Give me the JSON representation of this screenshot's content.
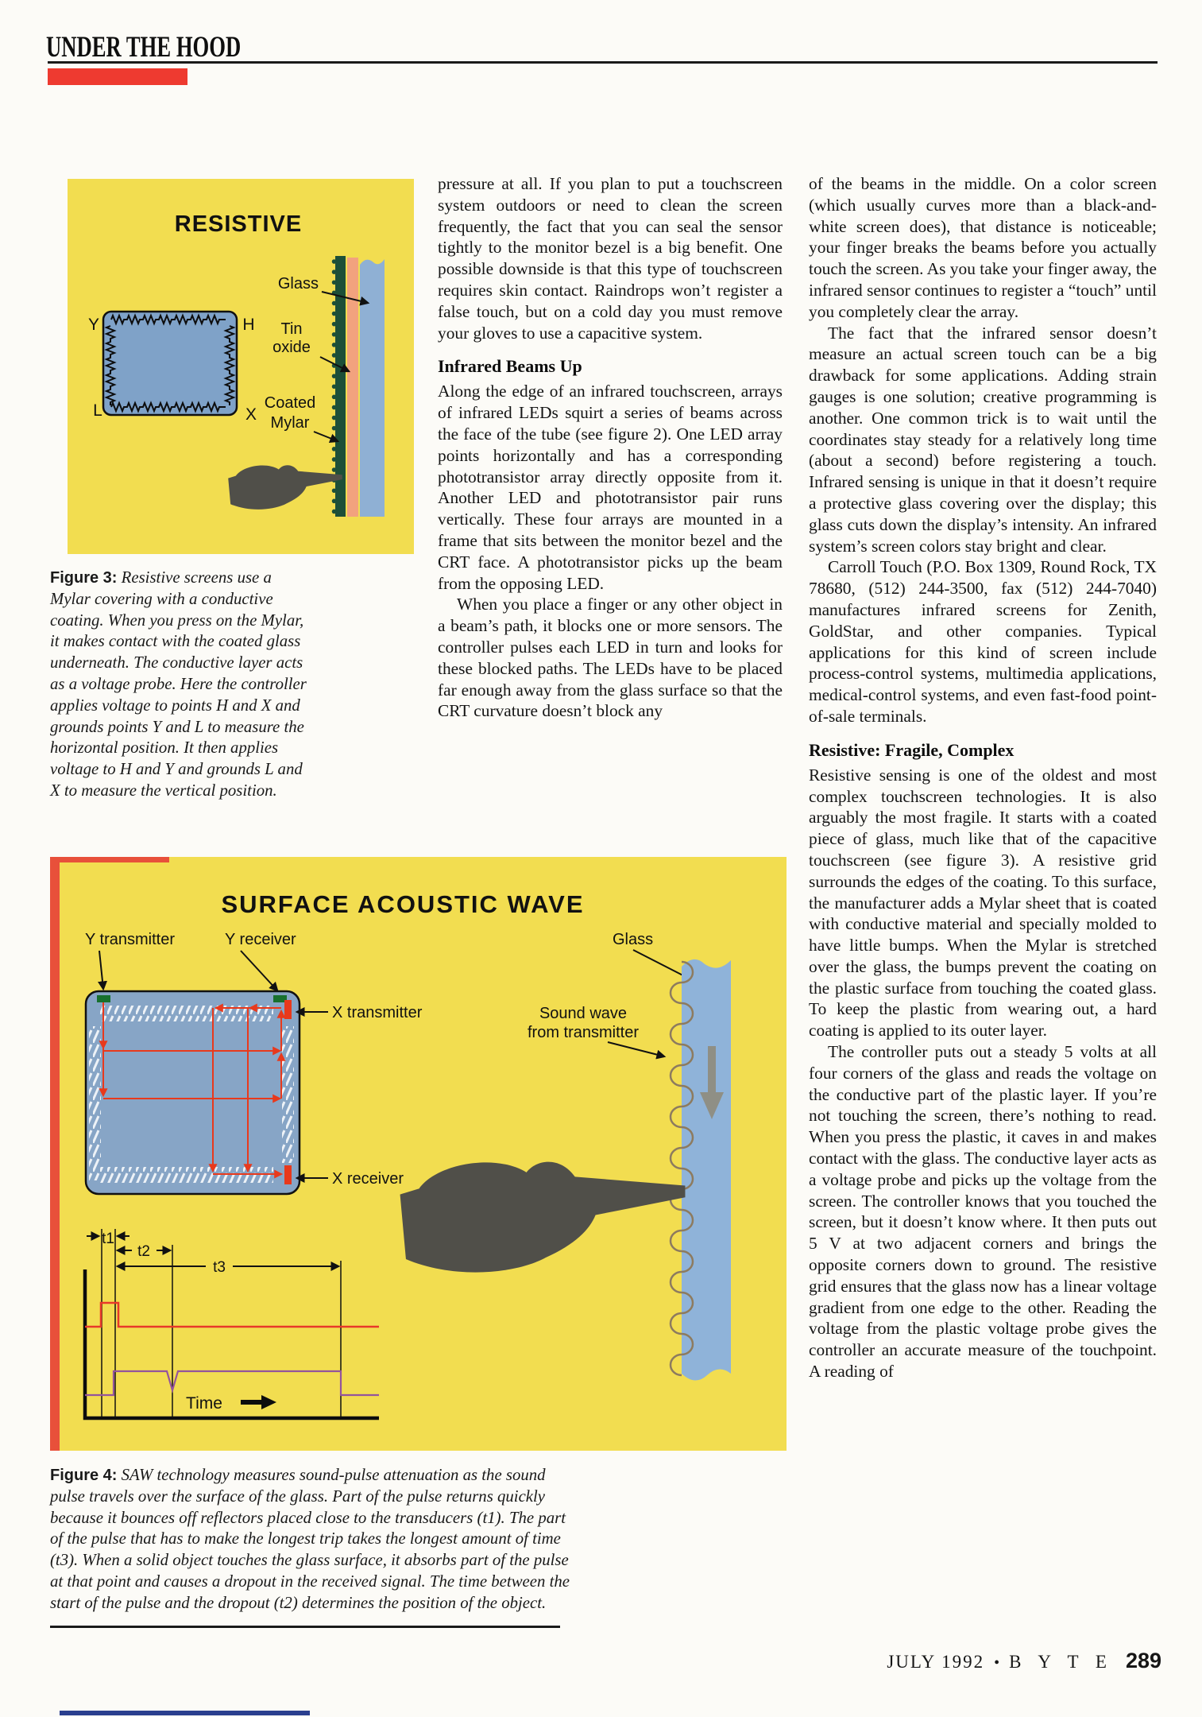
{
  "header": {
    "section_title": "UNDER THE HOOD"
  },
  "footer": {
    "issue": "JULY 1992",
    "separator": "•",
    "magazine": "B Y T E",
    "page_number": "289"
  },
  "colors": {
    "figure_bg": "#f2dd50",
    "header_red": "#ee3a30",
    "screen_blue": "#87a5c6",
    "diagram_red": "#e8391c",
    "transducer_green": "#17702e",
    "waveform_purple": "#94549c",
    "waveform_red": "#e8392a",
    "mylar_green": "#1d4f38",
    "tin_oxide_pink": "#f2a27e",
    "glass_blue": "#8fb0d4",
    "hand_gray": "#504f49"
  },
  "figure3": {
    "title": "RESISTIVE",
    "corners": {
      "top_left": "Y",
      "top_right": "H",
      "bottom_left": "L",
      "bottom_right": "X"
    },
    "glass_label": "Glass",
    "tin_oxide_lines": [
      "Tin",
      "oxide"
    ],
    "coated_mylar_lines": [
      "Coated",
      "Mylar"
    ],
    "caption_lead": "Figure 3:",
    "caption_text": " Resistive screens use a Mylar covering with a conductive coating. When you press on the Mylar, it makes contact with the coated glass underneath. The conductive layer acts as a voltage probe. Here the controller applies voltage to points H and X and grounds points Y and L to measure the horizontal position. It then applies voltage to H and Y and grounds L and X to measure the vertical position."
  },
  "figure4": {
    "title": "SURFACE ACOUSTIC WAVE",
    "y_transmitter_label": "Y transmitter",
    "y_receiver_label": "Y receiver",
    "x_transmitter_label": "X transmitter",
    "x_receiver_label": "X receiver",
    "glass_label": "Glass",
    "sound_wave_lines": [
      "Sound wave",
      "from transmitter"
    ],
    "timing_labels": {
      "t1": "t1",
      "t2": "t2",
      "t3": "t3",
      "time": "Time"
    },
    "caption_lead": "Figure 4:",
    "caption_text": " SAW technology measures sound-pulse attenuation as the sound pulse travels over the surface of the glass. Part of the pulse returns quickly because it bounces off reflectors placed close to the transducers (t1). The part of the pulse that has to make the longest trip takes the longest amount of time (t3). When a solid object touches the glass surface, it absorbs part of the pulse at that point and causes a dropout in the received signal. The time between the start of the pulse and the dropout (t2) determines the position of the object."
  },
  "columns": {
    "middle": {
      "blocks": [
        {
          "type": "p",
          "indent": false,
          "text": "pressure at all. If you plan to put a touchscreen system outdoors or need to clean the screen frequently, the fact that you can seal the sensor tightly to the monitor bezel is a big benefit. One possible downside is that this type of touchscreen requires skin contact. Raindrops won’t register a false touch, but on a cold day you must remove your gloves to use a capacitive system."
        },
        {
          "type": "h",
          "text": "Infrared Beams Up"
        },
        {
          "type": "p",
          "indent": false,
          "text": "Along the edge of an infrared touchscreen, arrays of infrared LEDs squirt a series of beams across the face of the tube (see figure 2). One LED array points horizontally and has a corresponding phototransistor array directly opposite from it. Another LED and phototransistor pair runs vertically. These four arrays are mounted in a frame that sits between the monitor bezel and the CRT face. A phototransistor picks up the beam from the opposing LED."
        },
        {
          "type": "p",
          "indent": true,
          "text": "When you place a finger or any other object in a beam’s path, it blocks one or more sensors. The controller pulses each LED in turn and looks for these blocked paths. The LEDs have to be placed far enough away from the glass surface so that the CRT curvature doesn’t block any"
        }
      ]
    },
    "right": {
      "blocks": [
        {
          "type": "p",
          "indent": false,
          "text": "of the beams in the middle. On a color screen (which usually curves more than a black-and-white screen does), that distance is noticeable; your finger breaks the beams before you actually touch the screen. As you take your finger away, the infrared sensor continues to register a “touch” until you completely clear the array."
        },
        {
          "type": "p",
          "indent": true,
          "text": "The fact that the infrared sensor doesn’t measure an actual screen touch can be a big drawback for some applications. Adding strain gauges is one solution; creative programming is another. One common trick is to wait until the coordinates stay steady for a relatively long time (about a second) before registering a touch. Infrared sensing is unique in that it doesn’t require a protective glass covering over the display; this glass cuts down the display’s intensity. An infrared system’s screen colors stay bright and clear."
        },
        {
          "type": "p",
          "indent": true,
          "text": "Carroll Touch (P.O. Box 1309, Round Rock, TX 78680, (512) 244-3500, fax (512) 244-7040) manufactures infrared screens for Zenith, GoldStar, and other companies. Typical applications for this kind of screen include process-control systems, multimedia applications, medical-control systems, and even fast-food point-of-sale terminals."
        },
        {
          "type": "h",
          "text": "Resistive: Fragile, Complex"
        },
        {
          "type": "p",
          "indent": false,
          "text": "Resistive sensing is one of the oldest and most complex touchscreen technologies. It is also arguably the most fragile. It starts with a coated piece of glass, much like that of the capacitive touchscreen (see figure 3). A resistive grid surrounds the edges of the coating. To this surface, the manufacturer adds a Mylar sheet that is coated with conductive material and specially molded to have little bumps. When the Mylar is stretched over the glass, the bumps prevent the coating on the plastic surface from touching the coated glass. To keep the plastic from wearing out, a hard coating is applied to its outer layer."
        },
        {
          "type": "p",
          "indent": true,
          "text": "The controller puts out a steady 5 volts at all four corners of the glass and reads the voltage on the conductive part of the plastic layer. If you’re not touching the screen, there’s nothing to read. When you press the plastic, it caves in and makes contact with the glass. The conductive layer acts as a voltage probe and picks up the voltage from the screen. The controller knows that you touched the screen, but it doesn’t know where. It then puts out 5 V at two adjacent corners and brings the opposite corners down to ground. The resistive grid ensures that the glass now has a linear voltage gradient from one edge to the other. Reading the voltage from the plastic voltage probe gives the controller an accurate measure of the touchpoint. A reading of"
        }
      ]
    }
  }
}
